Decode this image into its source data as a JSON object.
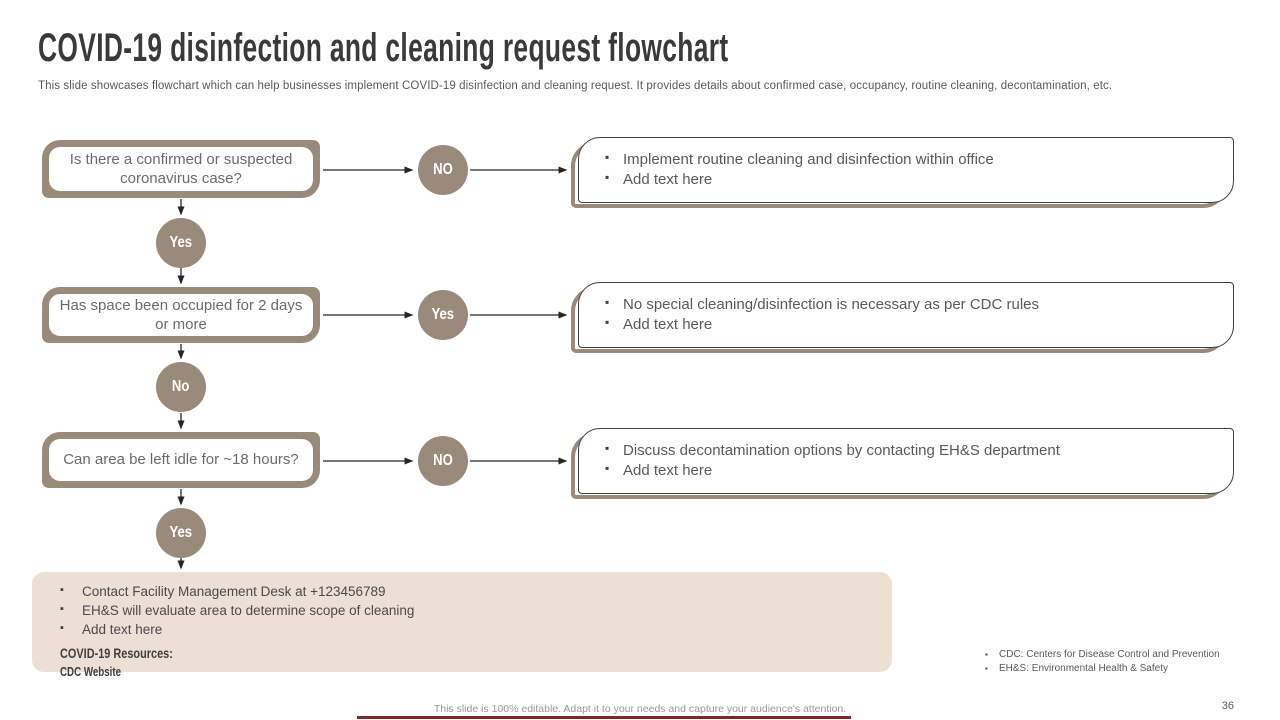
{
  "slide": {
    "title": "COVID-19 disinfection and cleaning request flowchart",
    "subtitle": "This slide showcases flowchart which can help businesses implement COVID-19 disinfection and cleaning request. It provides details about confirmed case, occupancy, routine cleaning, decontamination, etc.",
    "footer": "This slide is 100% editable. Adapt it to your needs and capture your audience's attention.",
    "page_number": "36"
  },
  "flowchart": {
    "rows": [
      {
        "question": "Is there a confirmed or suspected coronavirus case?",
        "side_label": "NO",
        "down_label": "Yes",
        "result_bullets": [
          "Implement routine cleaning and disinfection within office",
          "Add text here"
        ]
      },
      {
        "question": "Has space been occupied for 2 days or more",
        "side_label": "Yes",
        "down_label": "No",
        "result_bullets": [
          "No special cleaning/disinfection is necessary as per CDC rules",
          "Add text here"
        ]
      },
      {
        "question": "Can area be left idle for ~18 hours?",
        "side_label": "NO",
        "down_label": "Yes",
        "result_bullets": [
          "Discuss decontamination options by contacting EH&S department",
          "Add text here"
        ]
      }
    ],
    "final_box": {
      "bullets": [
        "Contact Facility Management Desk at +123456789",
        "EH&S will evaluate area to determine scope of cleaning",
        "Add text here"
      ],
      "resources_heading": "COVID-19 Resources:",
      "resources_link": "CDC Website"
    },
    "legend": {
      "items": [
        "CDC: Centers for Disease Control and Prevention",
        "EH&S: Environmental Health & Safety"
      ]
    }
  },
  "colors": {
    "accent_taupe": "#998a7a",
    "final_box_beige": "#ecdfd3",
    "footer_line_maroon": "#7c2929",
    "body_text_gray": "#595959",
    "outline_dark": "#3f3f3f"
  }
}
